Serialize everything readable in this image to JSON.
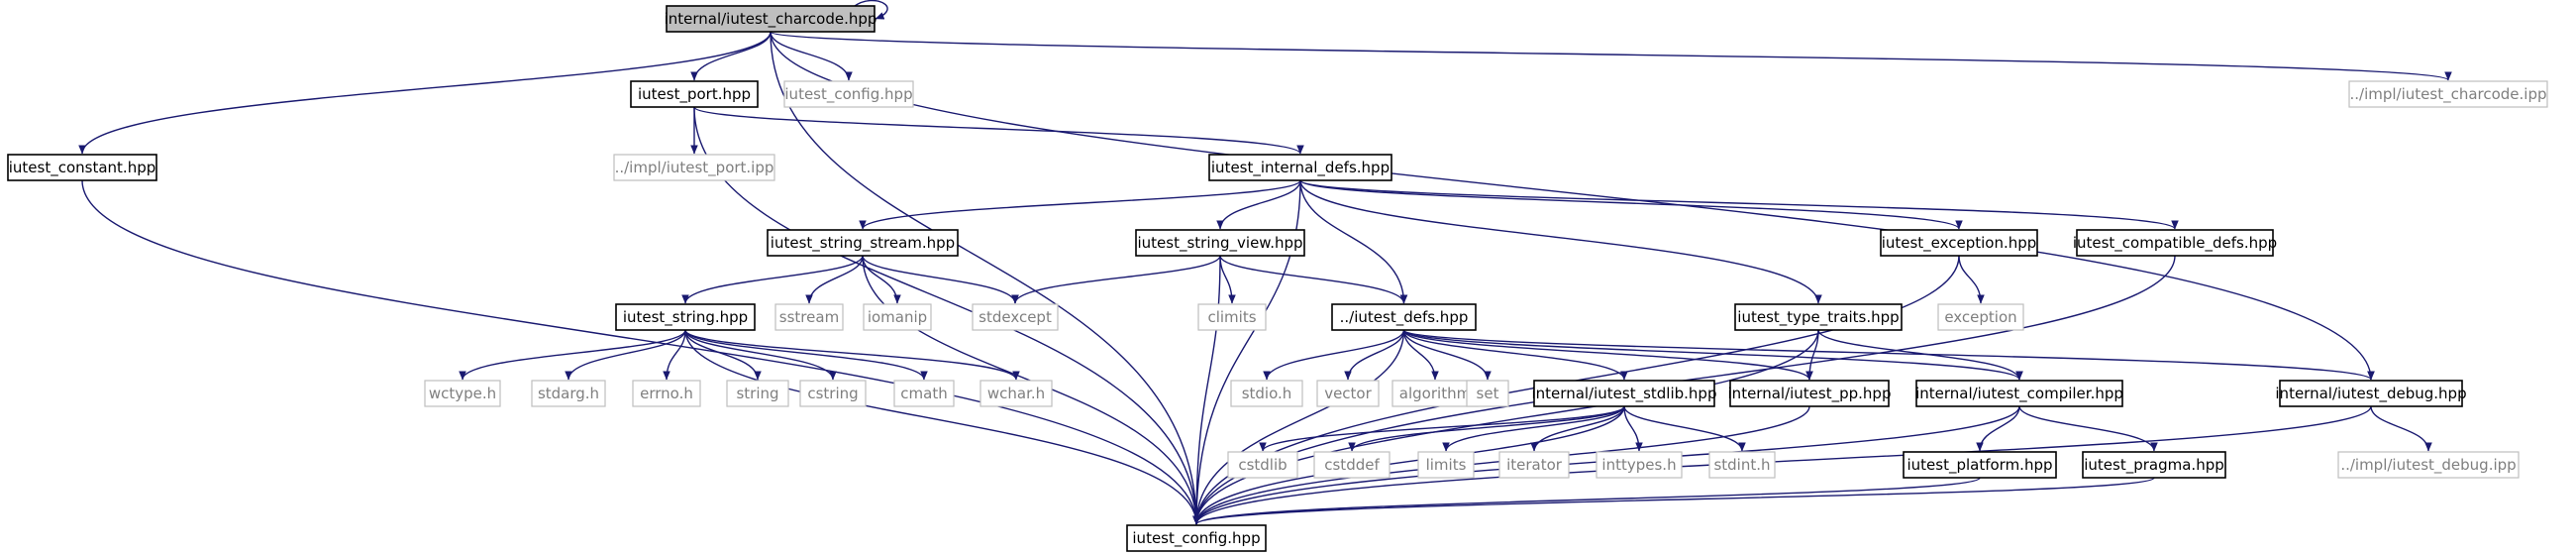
{
  "colors": {
    "edge": "#191970",
    "node_border": "#000000",
    "ext_border": "#bfbfbf",
    "ext_text": "#7f7f7f",
    "root_fill": "#bfbfbf",
    "background": "#ffffff"
  },
  "nodes": {
    "charcode": {
      "label": "internal/iutest_charcode.hpp",
      "kind": "root"
    },
    "constant": {
      "label": "iutest_constant.hpp",
      "kind": "file"
    },
    "port": {
      "label": "iutest_port.hpp",
      "kind": "file"
    },
    "config_top": {
      "label": "iutest_config.hpp",
      "kind": "external"
    },
    "charcode_ipp": {
      "label": "../impl/iutest_charcode.ipp",
      "kind": "external"
    },
    "port_ipp": {
      "label": "../impl/iutest_port.ipp",
      "kind": "external"
    },
    "internal_defs": {
      "label": "iutest_internal_defs.hpp",
      "kind": "file"
    },
    "string_stream": {
      "label": "iutest_string_stream.hpp",
      "kind": "file"
    },
    "string_view": {
      "label": "iutest_string_view.hpp",
      "kind": "file"
    },
    "exception_hpp": {
      "label": "iutest_exception.hpp",
      "kind": "file"
    },
    "compatible_defs": {
      "label": "iutest_compatible_defs.hpp",
      "kind": "file"
    },
    "iutest_string": {
      "label": "iutest_string.hpp",
      "kind": "file"
    },
    "sstream": {
      "label": "sstream",
      "kind": "external"
    },
    "iomanip": {
      "label": "iomanip",
      "kind": "external"
    },
    "stdexcept": {
      "label": "stdexcept",
      "kind": "external"
    },
    "climits": {
      "label": "climits",
      "kind": "external"
    },
    "defs": {
      "label": "../iutest_defs.hpp",
      "kind": "file"
    },
    "type_traits": {
      "label": "iutest_type_traits.hpp",
      "kind": "file"
    },
    "exception": {
      "label": "exception",
      "kind": "external"
    },
    "wctype": {
      "label": "wctype.h",
      "kind": "external"
    },
    "stdarg": {
      "label": "stdarg.h",
      "kind": "external"
    },
    "errno": {
      "label": "errno.h",
      "kind": "external"
    },
    "string": {
      "label": "string",
      "kind": "external"
    },
    "cstring": {
      "label": "cstring",
      "kind": "external"
    },
    "cmath": {
      "label": "cmath",
      "kind": "external"
    },
    "wchar": {
      "label": "wchar.h",
      "kind": "external"
    },
    "stdio": {
      "label": "stdio.h",
      "kind": "external"
    },
    "vector": {
      "label": "vector",
      "kind": "external"
    },
    "algorithm": {
      "label": "algorithm",
      "kind": "external"
    },
    "set": {
      "label": "set",
      "kind": "external"
    },
    "stdlib_hpp": {
      "label": "internal/iutest_stdlib.hpp",
      "kind": "file"
    },
    "pp": {
      "label": "internal/iutest_pp.hpp",
      "kind": "file"
    },
    "compiler": {
      "label": "internal/iutest_compiler.hpp",
      "kind": "file"
    },
    "debug": {
      "label": "internal/iutest_debug.hpp",
      "kind": "file"
    },
    "cstdlib": {
      "label": "cstdlib",
      "kind": "external"
    },
    "cstddef": {
      "label": "cstddef",
      "kind": "external"
    },
    "limits": {
      "label": "limits",
      "kind": "external"
    },
    "iterator": {
      "label": "iterator",
      "kind": "external"
    },
    "inttypes": {
      "label": "inttypes.h",
      "kind": "external"
    },
    "stdint": {
      "label": "stdint.h",
      "kind": "external"
    },
    "platform": {
      "label": "iutest_platform.hpp",
      "kind": "file"
    },
    "pragma": {
      "label": "iutest_pragma.hpp",
      "kind": "file"
    },
    "debug_ipp": {
      "label": "../impl/iutest_debug.ipp",
      "kind": "external"
    },
    "config": {
      "label": "iutest_config.hpp",
      "kind": "file"
    }
  },
  "edges": [
    [
      "charcode",
      "charcode"
    ],
    [
      "charcode",
      "constant"
    ],
    [
      "charcode",
      "port"
    ],
    [
      "charcode",
      "config_top"
    ],
    [
      "charcode",
      "charcode_ipp"
    ],
    [
      "charcode",
      "config"
    ],
    [
      "charcode",
      "debug"
    ],
    [
      "constant",
      "config"
    ],
    [
      "port",
      "port_ipp"
    ],
    [
      "port",
      "internal_defs"
    ],
    [
      "port",
      "config"
    ],
    [
      "internal_defs",
      "string_stream"
    ],
    [
      "internal_defs",
      "string_view"
    ],
    [
      "internal_defs",
      "defs"
    ],
    [
      "internal_defs",
      "exception_hpp"
    ],
    [
      "internal_defs",
      "compatible_defs"
    ],
    [
      "internal_defs",
      "type_traits"
    ],
    [
      "internal_defs",
      "config"
    ],
    [
      "string_stream",
      "iutest_string"
    ],
    [
      "string_stream",
      "sstream"
    ],
    [
      "string_stream",
      "iomanip"
    ],
    [
      "string_stream",
      "stdexcept"
    ],
    [
      "string_stream",
      "config"
    ],
    [
      "string_view",
      "stdexcept"
    ],
    [
      "string_view",
      "climits"
    ],
    [
      "string_view",
      "defs"
    ],
    [
      "string_view",
      "config"
    ],
    [
      "exception_hpp",
      "exception"
    ],
    [
      "exception_hpp",
      "config"
    ],
    [
      "compatible_defs",
      "config"
    ],
    [
      "iutest_string",
      "wctype"
    ],
    [
      "iutest_string",
      "stdarg"
    ],
    [
      "iutest_string",
      "errno"
    ],
    [
      "iutest_string",
      "string"
    ],
    [
      "iutest_string",
      "cstring"
    ],
    [
      "iutest_string",
      "cmath"
    ],
    [
      "iutest_string",
      "wchar"
    ],
    [
      "iutest_string",
      "config"
    ],
    [
      "defs",
      "stdio"
    ],
    [
      "defs",
      "vector"
    ],
    [
      "defs",
      "algorithm"
    ],
    [
      "defs",
      "set"
    ],
    [
      "defs",
      "stdlib_hpp"
    ],
    [
      "defs",
      "pp"
    ],
    [
      "defs",
      "compiler"
    ],
    [
      "defs",
      "debug"
    ],
    [
      "defs",
      "config"
    ],
    [
      "type_traits",
      "pp"
    ],
    [
      "type_traits",
      "compiler"
    ],
    [
      "type_traits",
      "config"
    ],
    [
      "stdlib_hpp",
      "cstdlib"
    ],
    [
      "stdlib_hpp",
      "cstddef"
    ],
    [
      "stdlib_hpp",
      "limits"
    ],
    [
      "stdlib_hpp",
      "iterator"
    ],
    [
      "stdlib_hpp",
      "inttypes"
    ],
    [
      "stdlib_hpp",
      "stdint"
    ],
    [
      "stdlib_hpp",
      "config"
    ],
    [
      "pp",
      "config"
    ],
    [
      "compiler",
      "platform"
    ],
    [
      "compiler",
      "pragma"
    ],
    [
      "compiler",
      "config"
    ],
    [
      "debug",
      "debug_ipp"
    ],
    [
      "debug",
      "config"
    ],
    [
      "platform",
      "config"
    ],
    [
      "pragma",
      "config"
    ]
  ]
}
